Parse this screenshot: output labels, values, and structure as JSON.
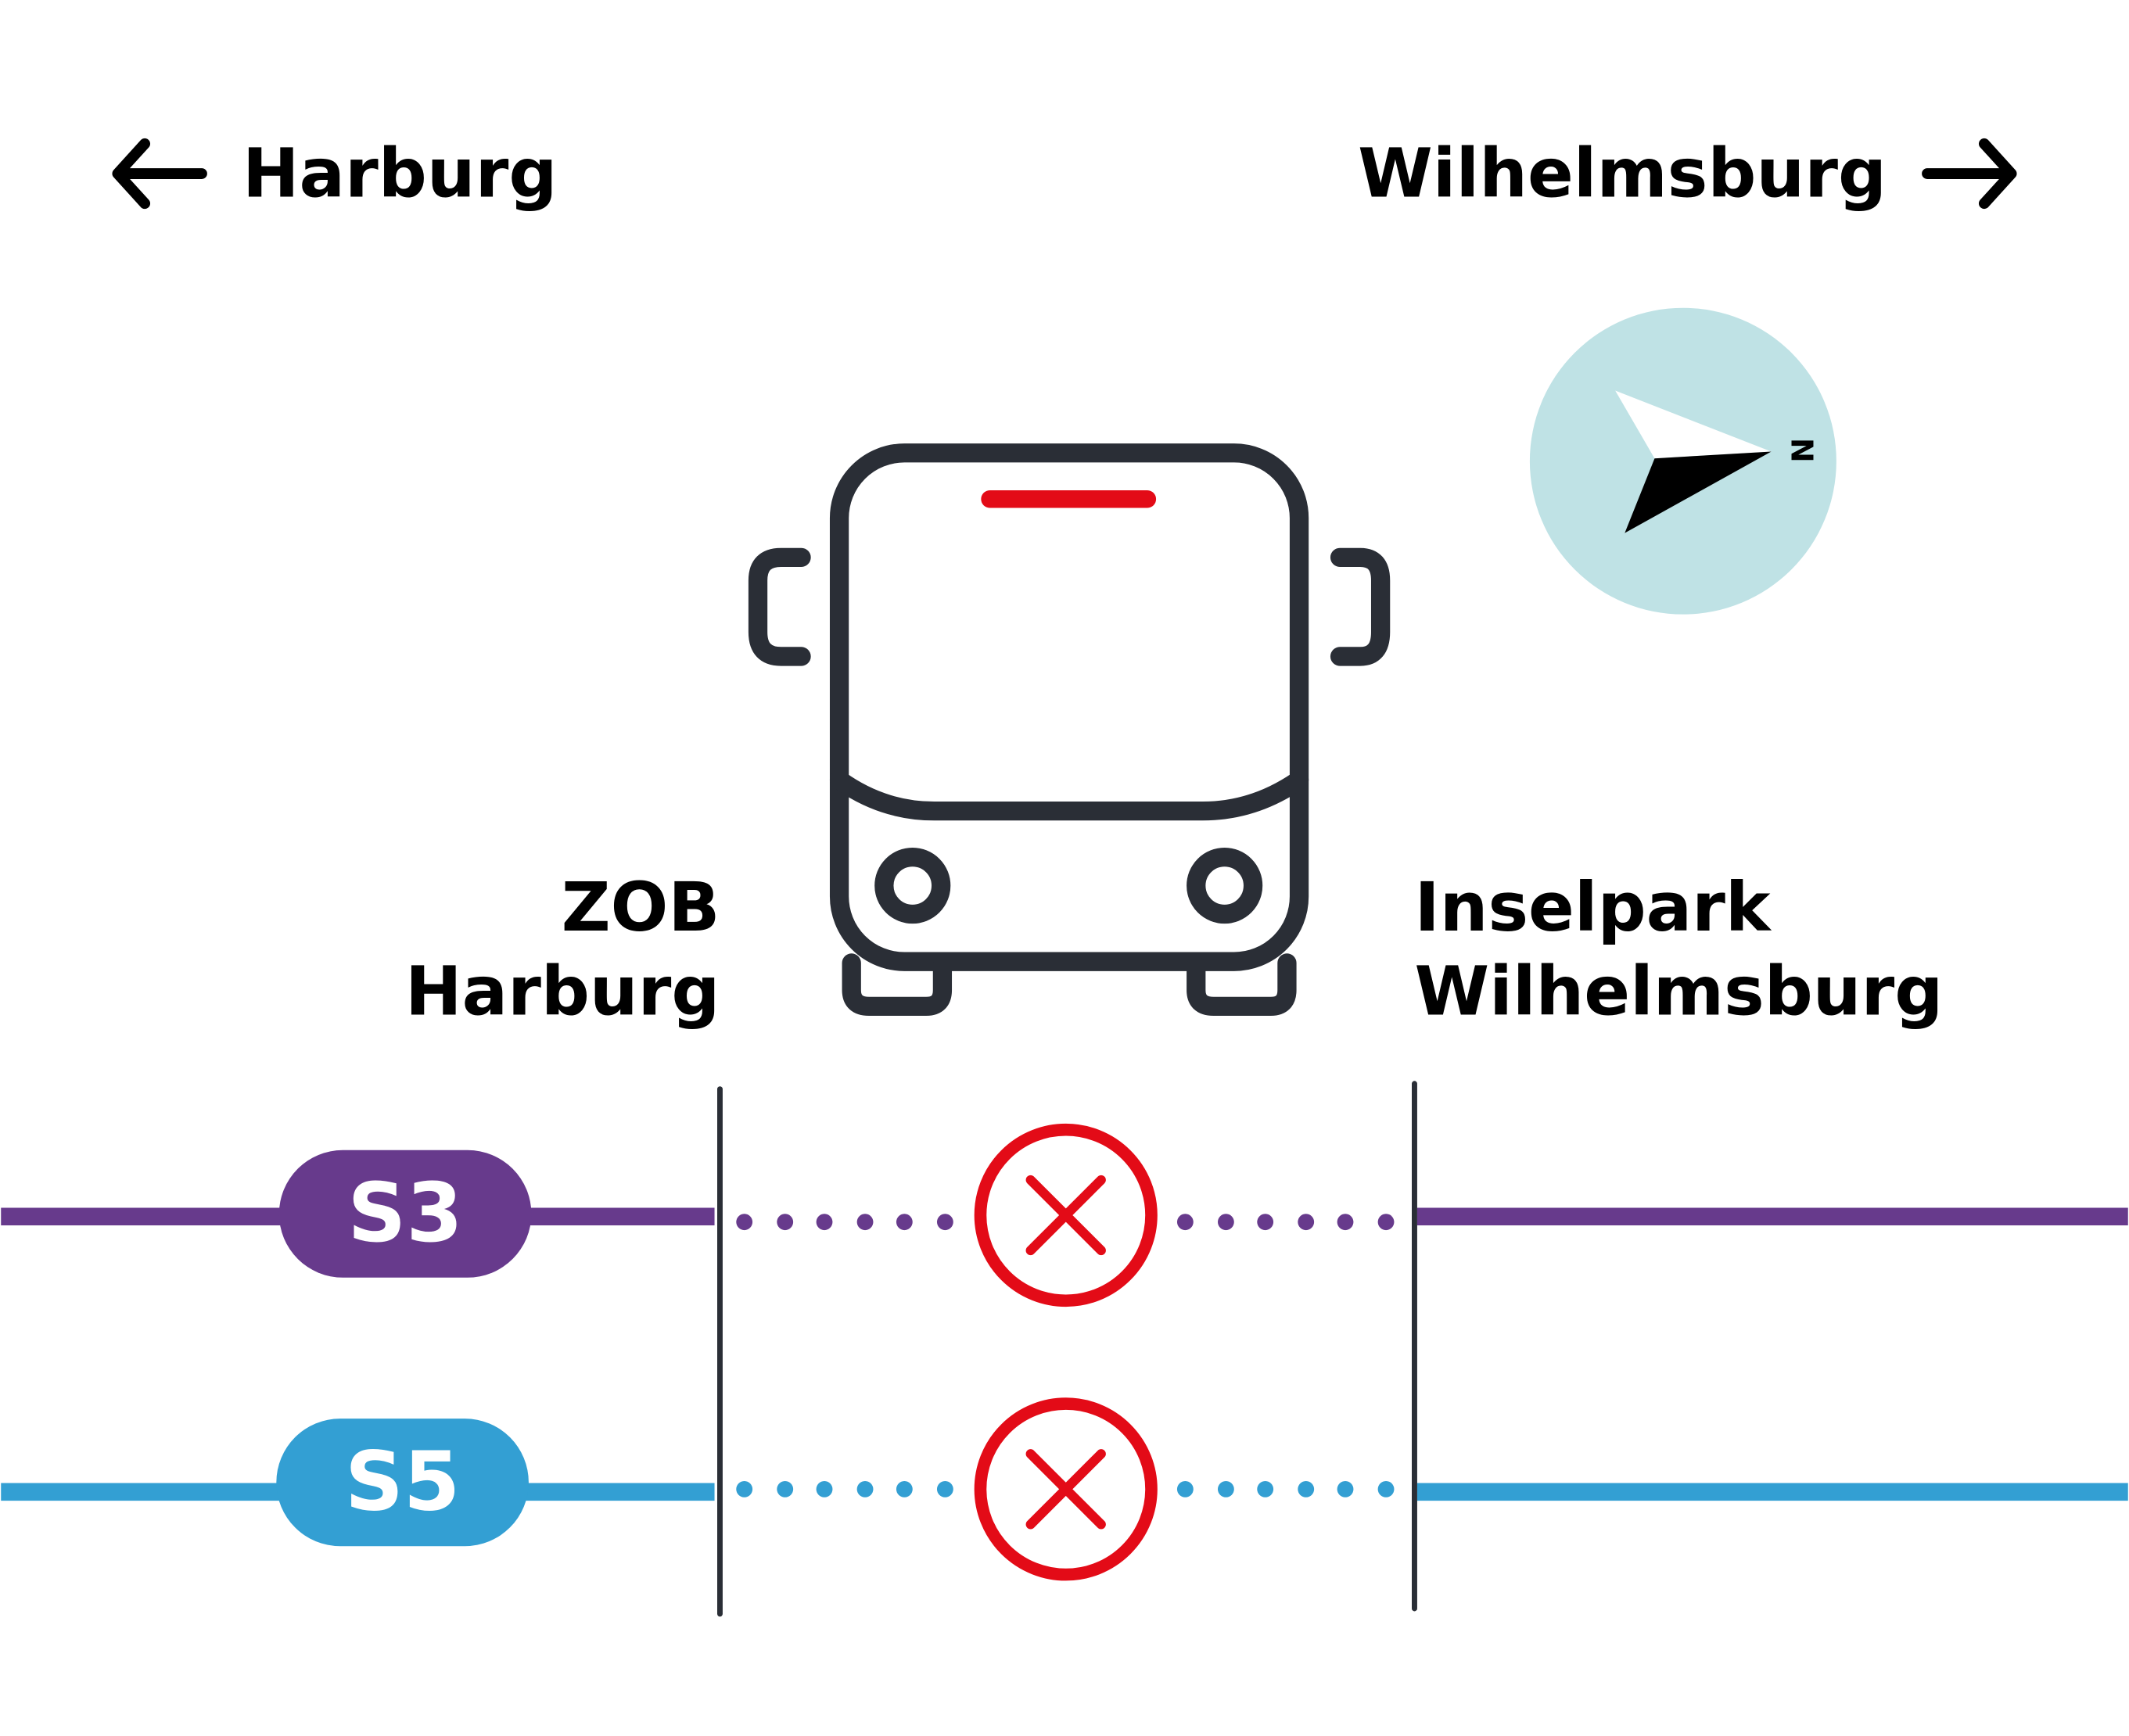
{
  "directions": {
    "left": "Harburg",
    "right": "Wilhelmsburg"
  },
  "compass": {
    "north_label": "N"
  },
  "stations": {
    "left": {
      "line1": "ZOB",
      "line2": "Harburg"
    },
    "right": {
      "line1": "Inselpark",
      "line2": "Wilhelmsburg"
    }
  },
  "lines": [
    {
      "name": "S3",
      "color": "#673a8c",
      "status": "interrupted"
    },
    {
      "name": "S5",
      "color": "#339fd3",
      "status": "interrupted"
    }
  ],
  "colors": {
    "dark": "#2a2e36",
    "alert": "#e30b17",
    "compass_bg": "#bfe2e5"
  }
}
